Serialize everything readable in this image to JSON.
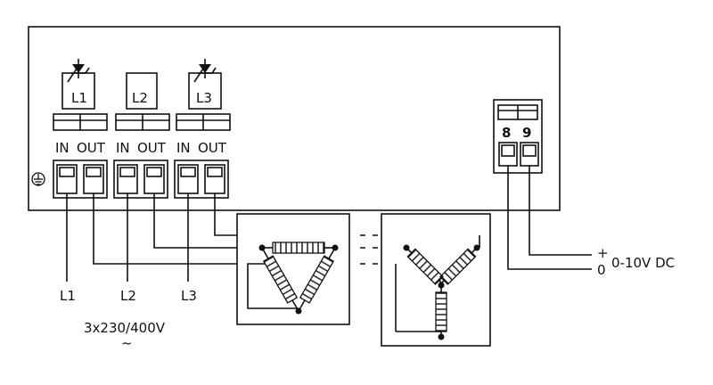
{
  "controller": {
    "phase_labels": [
      "L1",
      "L2",
      "L3"
    ],
    "io_labels": [
      "IN",
      "OUT",
      "IN",
      "OUT",
      "IN",
      "OUT"
    ],
    "control_terminals": [
      "8",
      "9"
    ]
  },
  "supply": {
    "line_labels": [
      "L1",
      "L2",
      "L3"
    ],
    "voltage": "3x230/400V",
    "ac_symbol": "~"
  },
  "control_signal": {
    "plus": "+",
    "zero": "0",
    "range": "0-10V DC"
  },
  "icons": {
    "ground": "ground-icon",
    "thyristor": "thyristor-icon",
    "heater_element": "heating-coil-icon"
  }
}
